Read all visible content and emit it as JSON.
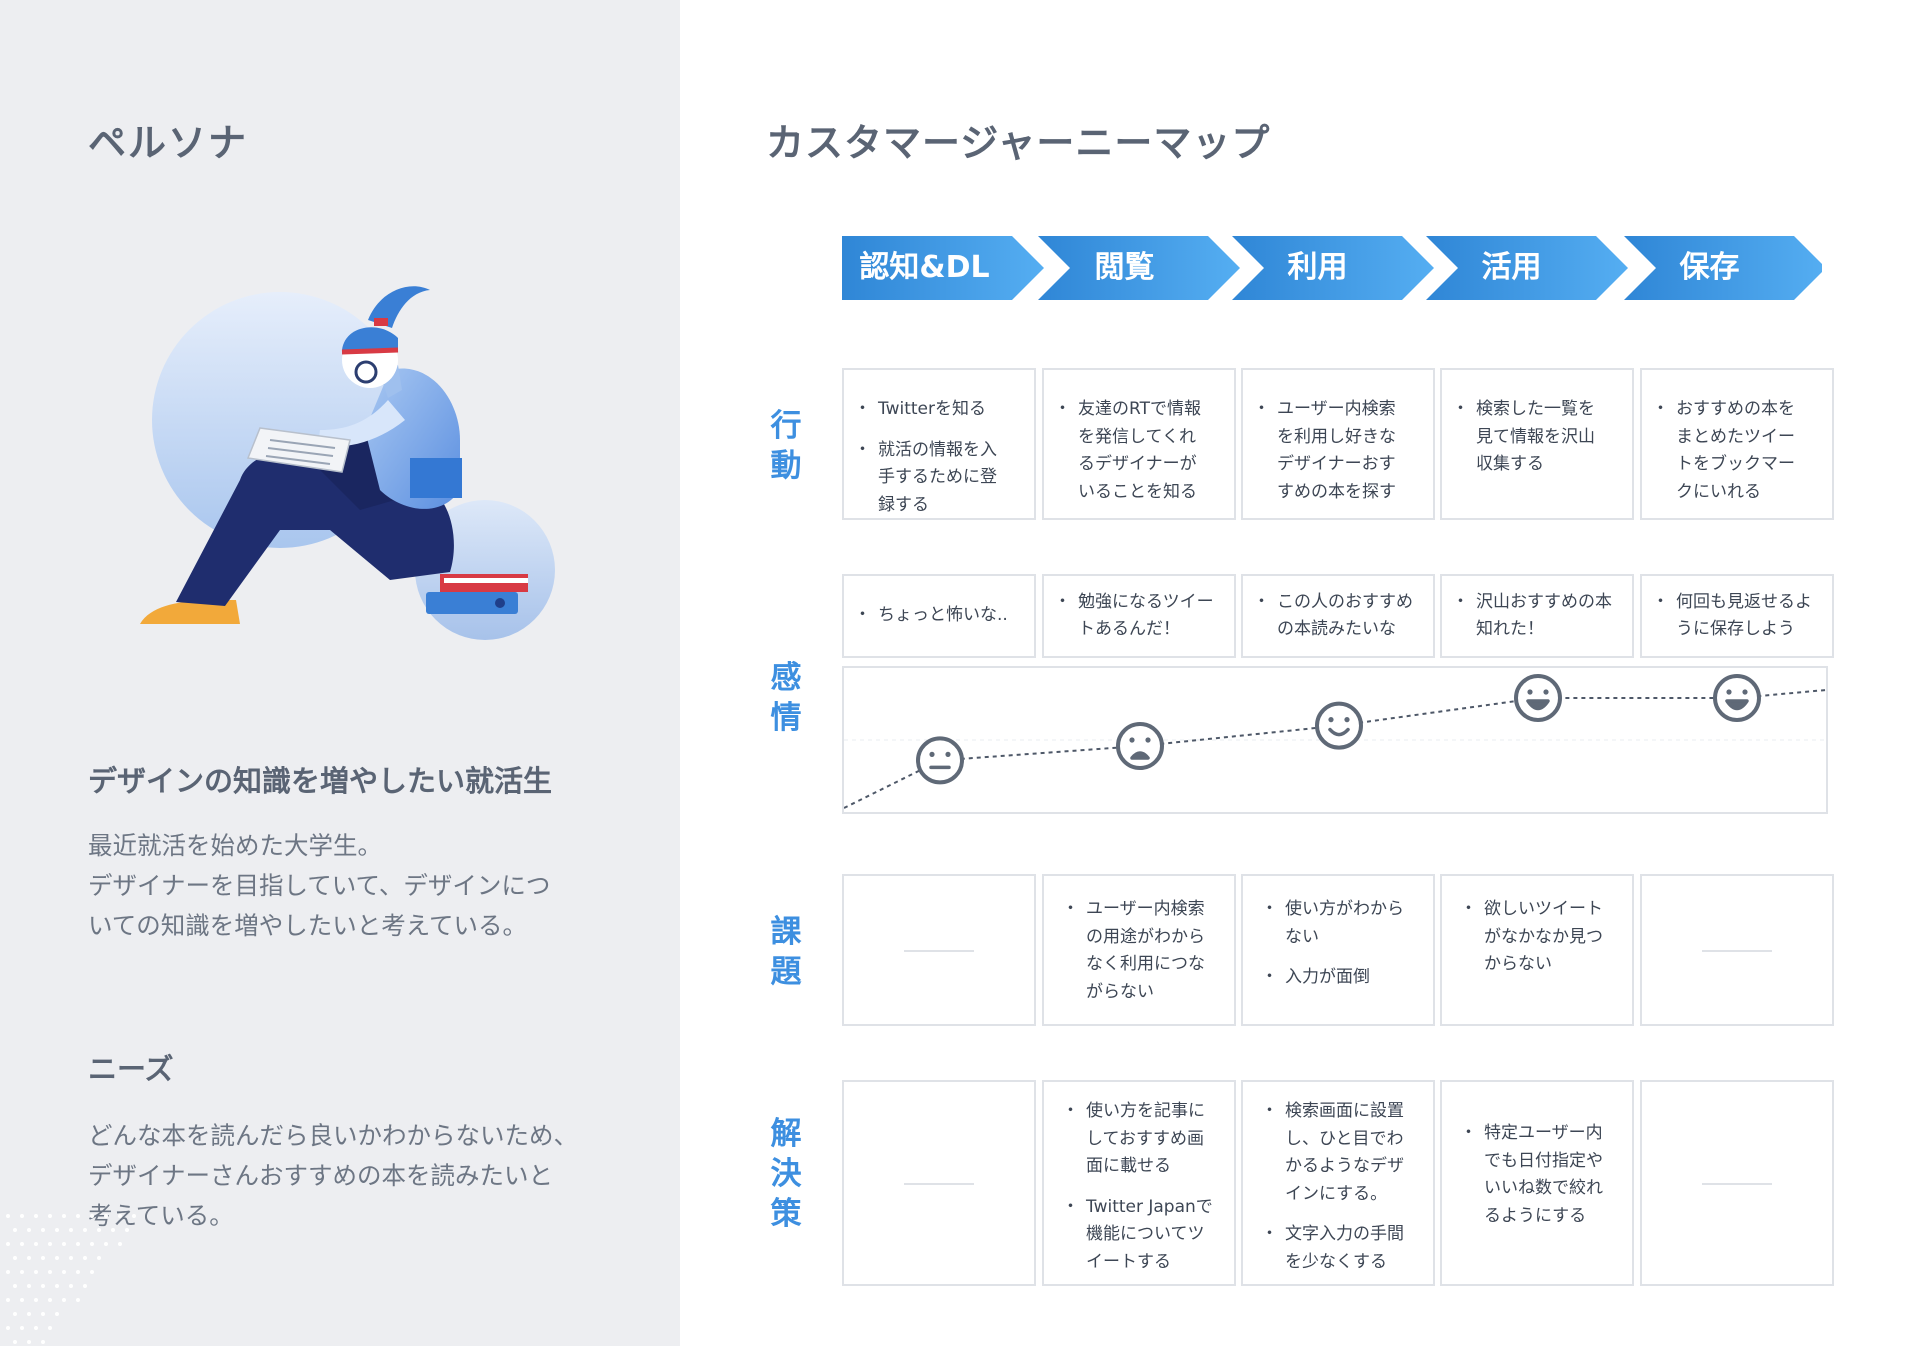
{
  "persona": {
    "heading": "ペルソナ",
    "title": "デザインの知識を増やしたい就活生",
    "description_lines": [
      "最近就活を始めた大学生。",
      "デザイナーを目指していて、デザインにつ",
      "いての知識を増やしたいと考えている。"
    ],
    "needs_heading": "ニーズ",
    "needs_lines": [
      "どんな本を読んだら良いかわからないため、",
      "デザイナーさんおすすめの本を読みたいと",
      "考えている。"
    ]
  },
  "journey": {
    "heading": "カスタマージャーニーマップ",
    "stages": [
      {
        "label": "認知&DL"
      },
      {
        "label": "閲覧"
      },
      {
        "label": "利用"
      },
      {
        "label": "活用"
      },
      {
        "label": "保存"
      }
    ],
    "row_labels": {
      "action": [
        "行",
        "動"
      ],
      "emotion": [
        "感",
        "情"
      ],
      "issue": [
        "課",
        "題"
      ],
      "solution": [
        "解",
        "決",
        "策"
      ]
    },
    "actions": [
      [
        [
          "Twitterを知る"
        ],
        [
          "就活の情報を入",
          "手するために登",
          "録する"
        ]
      ],
      [
        [
          "友達のRTで情報",
          "を発信してくれ",
          "るデザイナーが",
          "いることを知る"
        ]
      ],
      [
        [
          "ユーザー内検索",
          "を利用し好きな",
          "デザイナーおす",
          "すめの本を探す"
        ]
      ],
      [
        [
          "検索した一覧を",
          "見て情報を沢山",
          "収集する"
        ]
      ],
      [
        [
          "おすすめの本を",
          "まとめたツイー",
          "トをブックマー",
          "クにいれる"
        ]
      ]
    ],
    "emotions": [
      [
        [
          "ちょっと怖いな.."
        ]
      ],
      [
        [
          "勉強になるツイー",
          "トあるんだ！"
        ]
      ],
      [
        [
          "この人のおすすめ",
          "の本読みたいな"
        ]
      ],
      [
        [
          "沢山おすすめの本",
          "知れた！"
        ]
      ],
      [
        [
          "何回も見返せるよ",
          "うに保存しよう"
        ]
      ]
    ],
    "emotion_faces": [
      "neutral",
      "sad",
      "smile",
      "happy",
      "happy"
    ],
    "emotion_levels": [
      0.33,
      0.45,
      0.62,
      0.85,
      0.85
    ],
    "issues": [
      [],
      [
        [
          "ユーザー内検索",
          "の用途がわから",
          "なく利用につな",
          "がらない"
        ]
      ],
      [
        [
          "使い方がわから",
          "ない"
        ],
        [
          "入力が面倒"
        ]
      ],
      [
        [
          "欲しいツイート",
          "がなかなか見つ",
          "からない"
        ]
      ],
      []
    ],
    "solutions": [
      [],
      [
        [
          "使い方を記事に",
          "しておすすめ画",
          "面に載せる"
        ],
        [
          "Twitter Japanで",
          "機能についてツ",
          "イートする"
        ]
      ],
      [
        [
          "検索画面に設置",
          "し、ひと目でわ",
          "かるようなデザ",
          "インにする。"
        ],
        [
          "文字入力の手間",
          "を少なくする"
        ]
      ],
      [
        [
          "特定ユーザー内",
          "でも日付指定や",
          "いいね数で絞れ",
          "るようにする"
        ]
      ],
      []
    ],
    "colors": {
      "stage_start": "#2f86d6",
      "stage_end": "#55aef2",
      "row_label": "#3d8fe0",
      "face_stroke": "#5f6977",
      "line": "#4e5868"
    }
  }
}
